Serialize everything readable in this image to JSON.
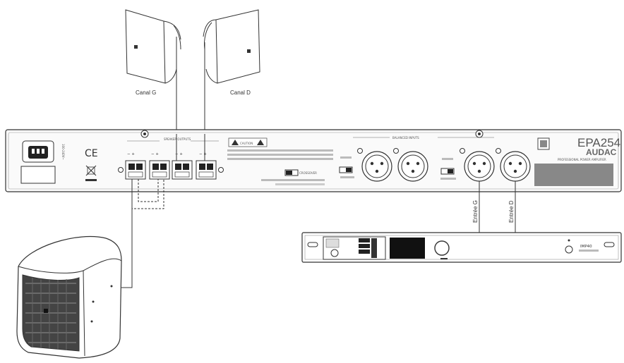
{
  "speakers": {
    "left_label": "Canal G",
    "right_label": "Canal D"
  },
  "amplifier": {
    "model": "EPA254",
    "brand": "AUDAC",
    "subtitle": "PROFESSIONAL POWER AMPLIFIER",
    "section_speakers": "SPEAKER OUTPUTS",
    "section_inputs": "BALANCED INPUTS",
    "caution": "CAUTION",
    "crossover": "CROSSOVER"
  },
  "cables": {
    "input_left": "Entrée G",
    "input_right": "Entrée D"
  },
  "source": {
    "model": "IMP40"
  }
}
